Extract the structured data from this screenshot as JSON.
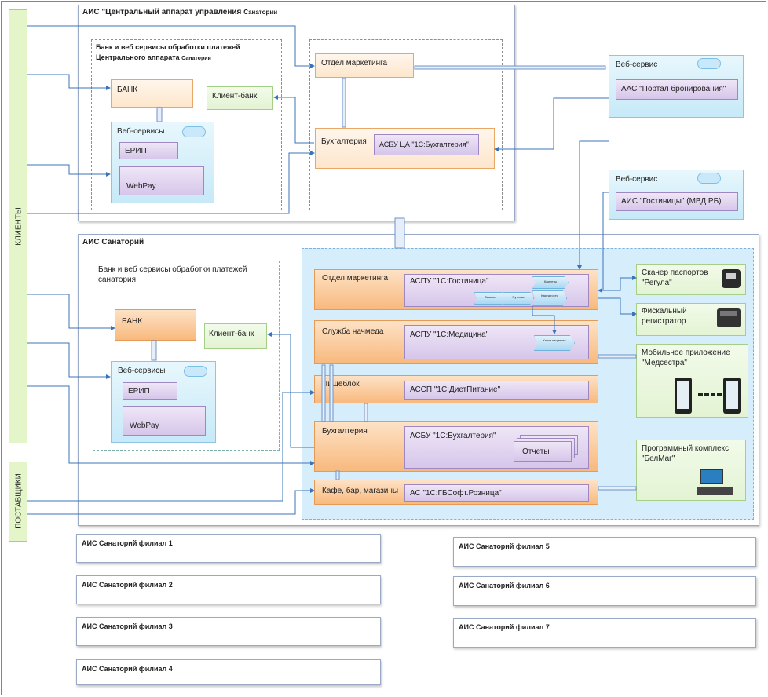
{
  "side": {
    "clients": "КЛИЕНТЫ",
    "suppliers": "ПОСТАВЩИКИ"
  },
  "central": {
    "title": "АИС \"Центральный аппарат управления",
    "title_small": "Санатории",
    "bank_group_title_1": "Банк и веб сервисы обработки платежей",
    "bank_group_title_2": "Центрального аппарата",
    "bank_group_title_2_small": "Санатории",
    "bank": "БАНК",
    "client_bank": "Клиент-банк",
    "web_services": "Веб-сервисы",
    "erip": "ЕРИП",
    "webpay": "WebPay",
    "marketing": "Отдел маркетинга",
    "accounting": "Бухгалтерия",
    "asbu": "АСБУ ЦА \"1С:Бухгалтерия\""
  },
  "external": {
    "web_service_1": "Веб-сервис",
    "portal": "ААС \"Портал бронирования\"",
    "web_service_2": "Веб-сервис",
    "hotels": "АИС \"Гостиницы\" (МВД РБ)"
  },
  "sanatorium": {
    "title": "АИС Санаторий",
    "bank_group_title_1": "Банк и веб сервисы обработки платежей",
    "bank_group_title_2": "санатория",
    "bank": "БАНК",
    "client_bank": "Клиент-банк",
    "web_services": "Веб-сервисы",
    "erip": "ЕРИП",
    "webpay": "WebPay",
    "marketing": "Отдел маркетинга",
    "aspu_hotel": "АСПУ \"1С:Гостиница\"",
    "chev_clients": "Клиенты",
    "chev_request": "Заявка",
    "chev_voucher": "Путевка",
    "chev_guest_card": "Карта гостя",
    "medical": "Служба начмеда",
    "aspu_medicine": "АСПУ \"1С:Медицина\"",
    "chev_patient_card": "Карта пациента",
    "food": "Пищеблок",
    "assp_diet": "АССП \"1С:ДиетПитание\"",
    "accounting": "Бухгалтерия",
    "asbu": "АСБУ \"1С:Бухгалтерия\"",
    "reports": "Отчеты",
    "cafe": "Кафе, бар, магазины",
    "as_retail": "АС \"1С:ГБСофт.Розница\""
  },
  "devices": {
    "scanner_1": "Сканер паспортов",
    "scanner_2": "\"Регула\"",
    "fiscal_1": "Фискальный",
    "fiscal_2": "регистратор",
    "mobile_1": "Мобильное приложение",
    "mobile_2": "\"Медсестра\"",
    "belmag_1": "Программный комплекс",
    "belmag_2": "\"БелМаг\""
  },
  "branches": [
    "АИС Санаторий филиал 1",
    "АИС Санаторий филиал 2",
    "АИС Санаторий филиал 3",
    "АИС Санаторий филиал 4",
    "АИС Санаторий филиал 5",
    "АИС Санаторий филиал 6",
    "АИС Санаторий филиал 7"
  ]
}
